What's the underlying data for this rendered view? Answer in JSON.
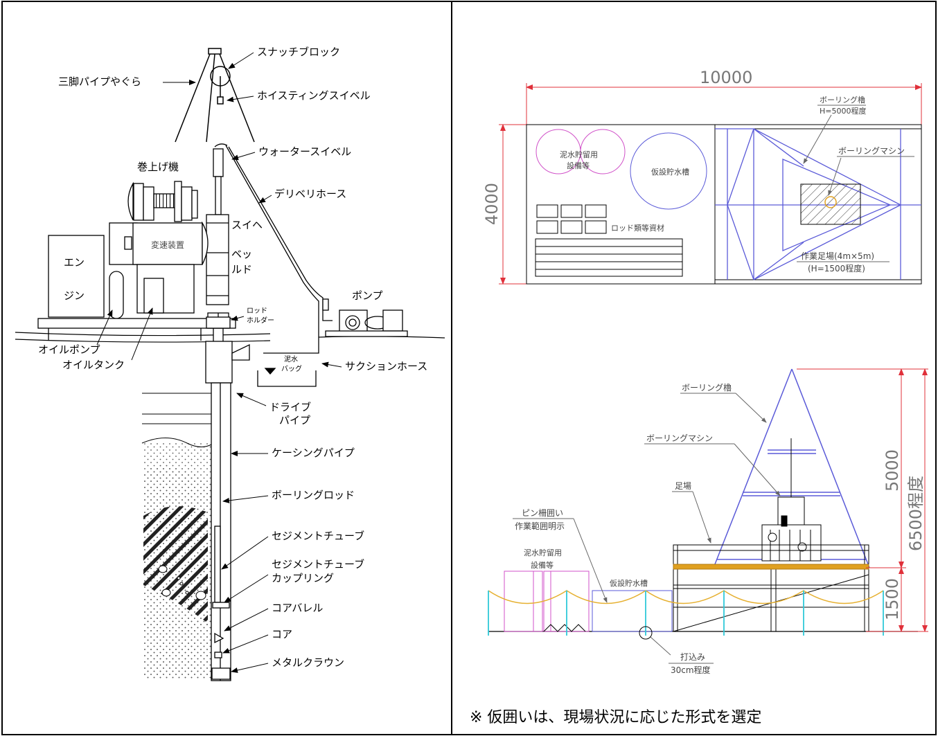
{
  "left_diagram": {
    "labels": {
      "tripod": "三脚パイプやぐら",
      "snatch_block": "スナッチブロック",
      "hoisting_swivel": "ホイスティングスイベル",
      "water_swivel": "ウォータースイベル",
      "hoist": "巻上げ機",
      "delivery_hose": "デリベリホース",
      "swivel_head_1": "スイヘ",
      "swivel_head_2": "ベッ",
      "swivel_head_3": "ルド",
      "engine_1": "エン",
      "engine_2": "ジン",
      "transmission": "変速装置",
      "rod_holder_1": "ロッド",
      "rod_holder_2": "ホルダー",
      "pump": "ポンプ",
      "oil_pump": "オイルポンプ",
      "oil_tank": "オイルタンク",
      "mud_bag_1": "泥水",
      "mud_bag_2": "バッグ",
      "suction_hose": "サクションホース",
      "drive_pipe_1": "ドライブ",
      "drive_pipe_2": "パイプ",
      "casing_pipe": "ケーシングパイプ",
      "boring_rod": "ボーリングロッド",
      "sediment_tube": "セジメントチューブ",
      "sediment_coupling_1": "セジメントチューブ",
      "sediment_coupling_2": "カップリング",
      "core_barrel": "コアバレル",
      "core": "コア",
      "metal_crown": "メタルクラウン"
    }
  },
  "plan_view": {
    "width_dim": "10000",
    "height_dim": "4000",
    "tower_label_1": "ボーリング櫓",
    "tower_label_2": "H=5000程度",
    "machine_label": "ボーリングマシン",
    "mud_storage_1": "泥水貯留用",
    "mud_storage_2": "設備等",
    "water_tank": "仮設貯水槽",
    "rod_materials": "ロッド類等資材",
    "scaffold_1": "作業足場(4m×5m)",
    "scaffold_2": "(H=1500程度)"
  },
  "elevation_view": {
    "tower_label": "ボーリング櫓",
    "machine_label": "ボーリングマシン",
    "scaffold": "足場",
    "fence_1": "ピン柵囲い",
    "fence_2": "作業範囲明示",
    "mud_storage_1": "泥水貯留用",
    "mud_storage_2": "設備等",
    "water_tank": "仮設貯水槽",
    "driven_1": "打込み",
    "driven_2": "30cm程度",
    "dim_5000": "5000",
    "dim_1500": "1500",
    "dim_6500": "6500程度"
  },
  "note": "※ 仮囲いは、現場状況に応じた形式を選定",
  "colors": {
    "dimension": "#e0303a",
    "tower": "#5a5ad8",
    "mud_storage": "#d050c8",
    "fence_rope": "#e6b030",
    "fence_pin": "#30c8d8",
    "platform": "#e0a020"
  }
}
